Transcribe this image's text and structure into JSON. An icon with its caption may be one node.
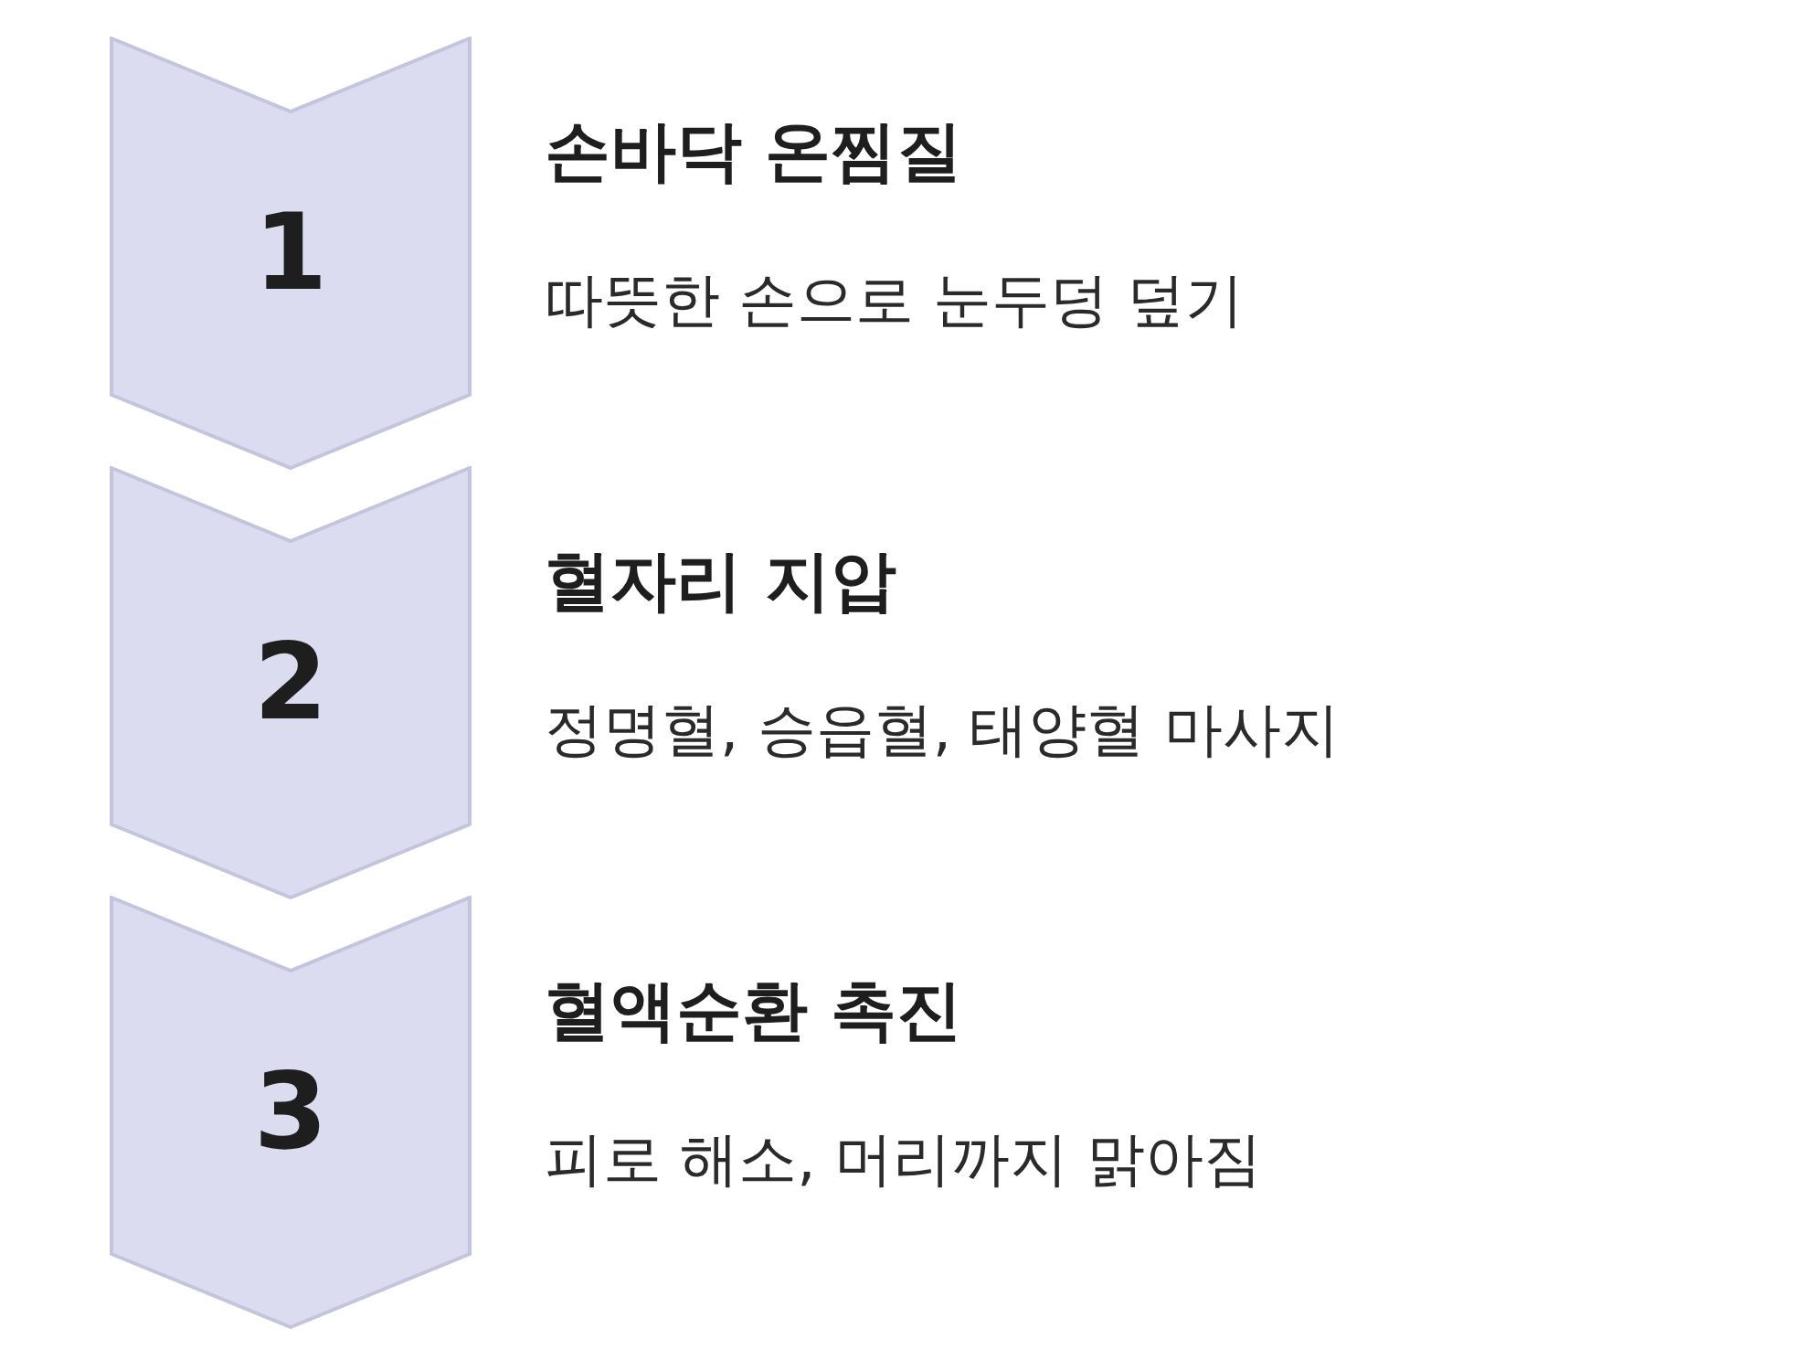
{
  "diagram": {
    "nodes": [
      {
        "text": [
          "1"
        ],
        "beside": [
          "손바닥 온찜질",
          "따뜻한 손으로 눈두덩 덮기"
        ]
      },
      {
        "text": [
          "2"
        ],
        "beside": [
          "혈자리 지압",
          "정명혈, 승읍혈, 태양혈 마사지"
        ]
      },
      {
        "text": [
          "3"
        ],
        "beside": [
          "혈액순환 촉진",
          "피로 해소, 머리까지 맑아짐"
        ]
      }
    ],
    "edges": []
  }
}
